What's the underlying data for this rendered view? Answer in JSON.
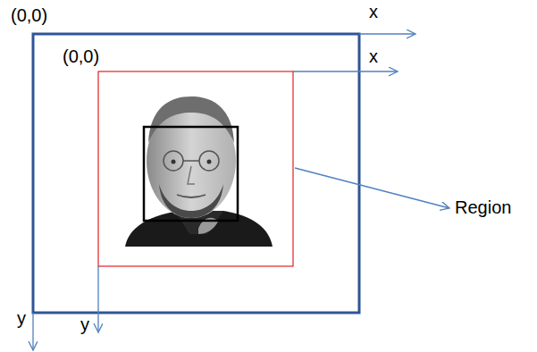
{
  "diagram": {
    "labels": [
      "(0,0)",
      "x",
      "y",
      "(0,0)",
      "x",
      "y",
      "Region"
    ]
  }
}
